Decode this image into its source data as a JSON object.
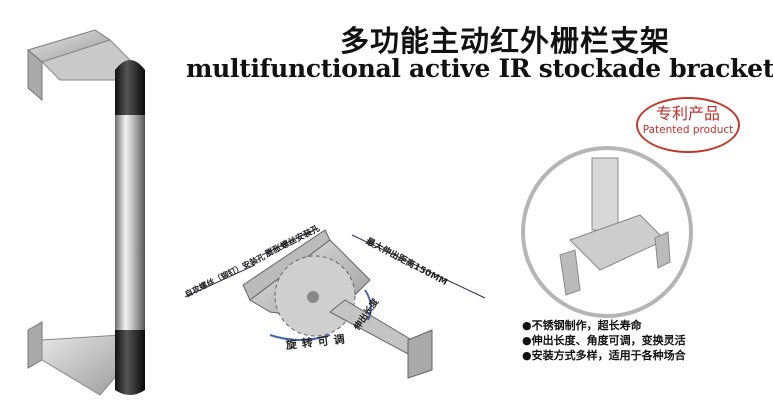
{
  "title_cn": "多功能主动红外栅栏支架",
  "title_en": "multifunctional active IR stockade bracket",
  "badge": {
    "cn": "专利产品",
    "en": "Patented product",
    "color": "#c0302b"
  },
  "diagram_labels": {
    "self_tapping": "自攻螺丝（铆钉）安装孔",
    "expansion": "膨胀螺丝安装孔",
    "max_extension": "最大伸出距离150MM",
    "rotate": "旋转可调",
    "extend": "伸出长度"
  },
  "features": [
    "●不锈钢制作，超长寿命",
    "●伸出长度、角度可调，变换灵活",
    "●安装方式多样，适用于各种场合"
  ]
}
